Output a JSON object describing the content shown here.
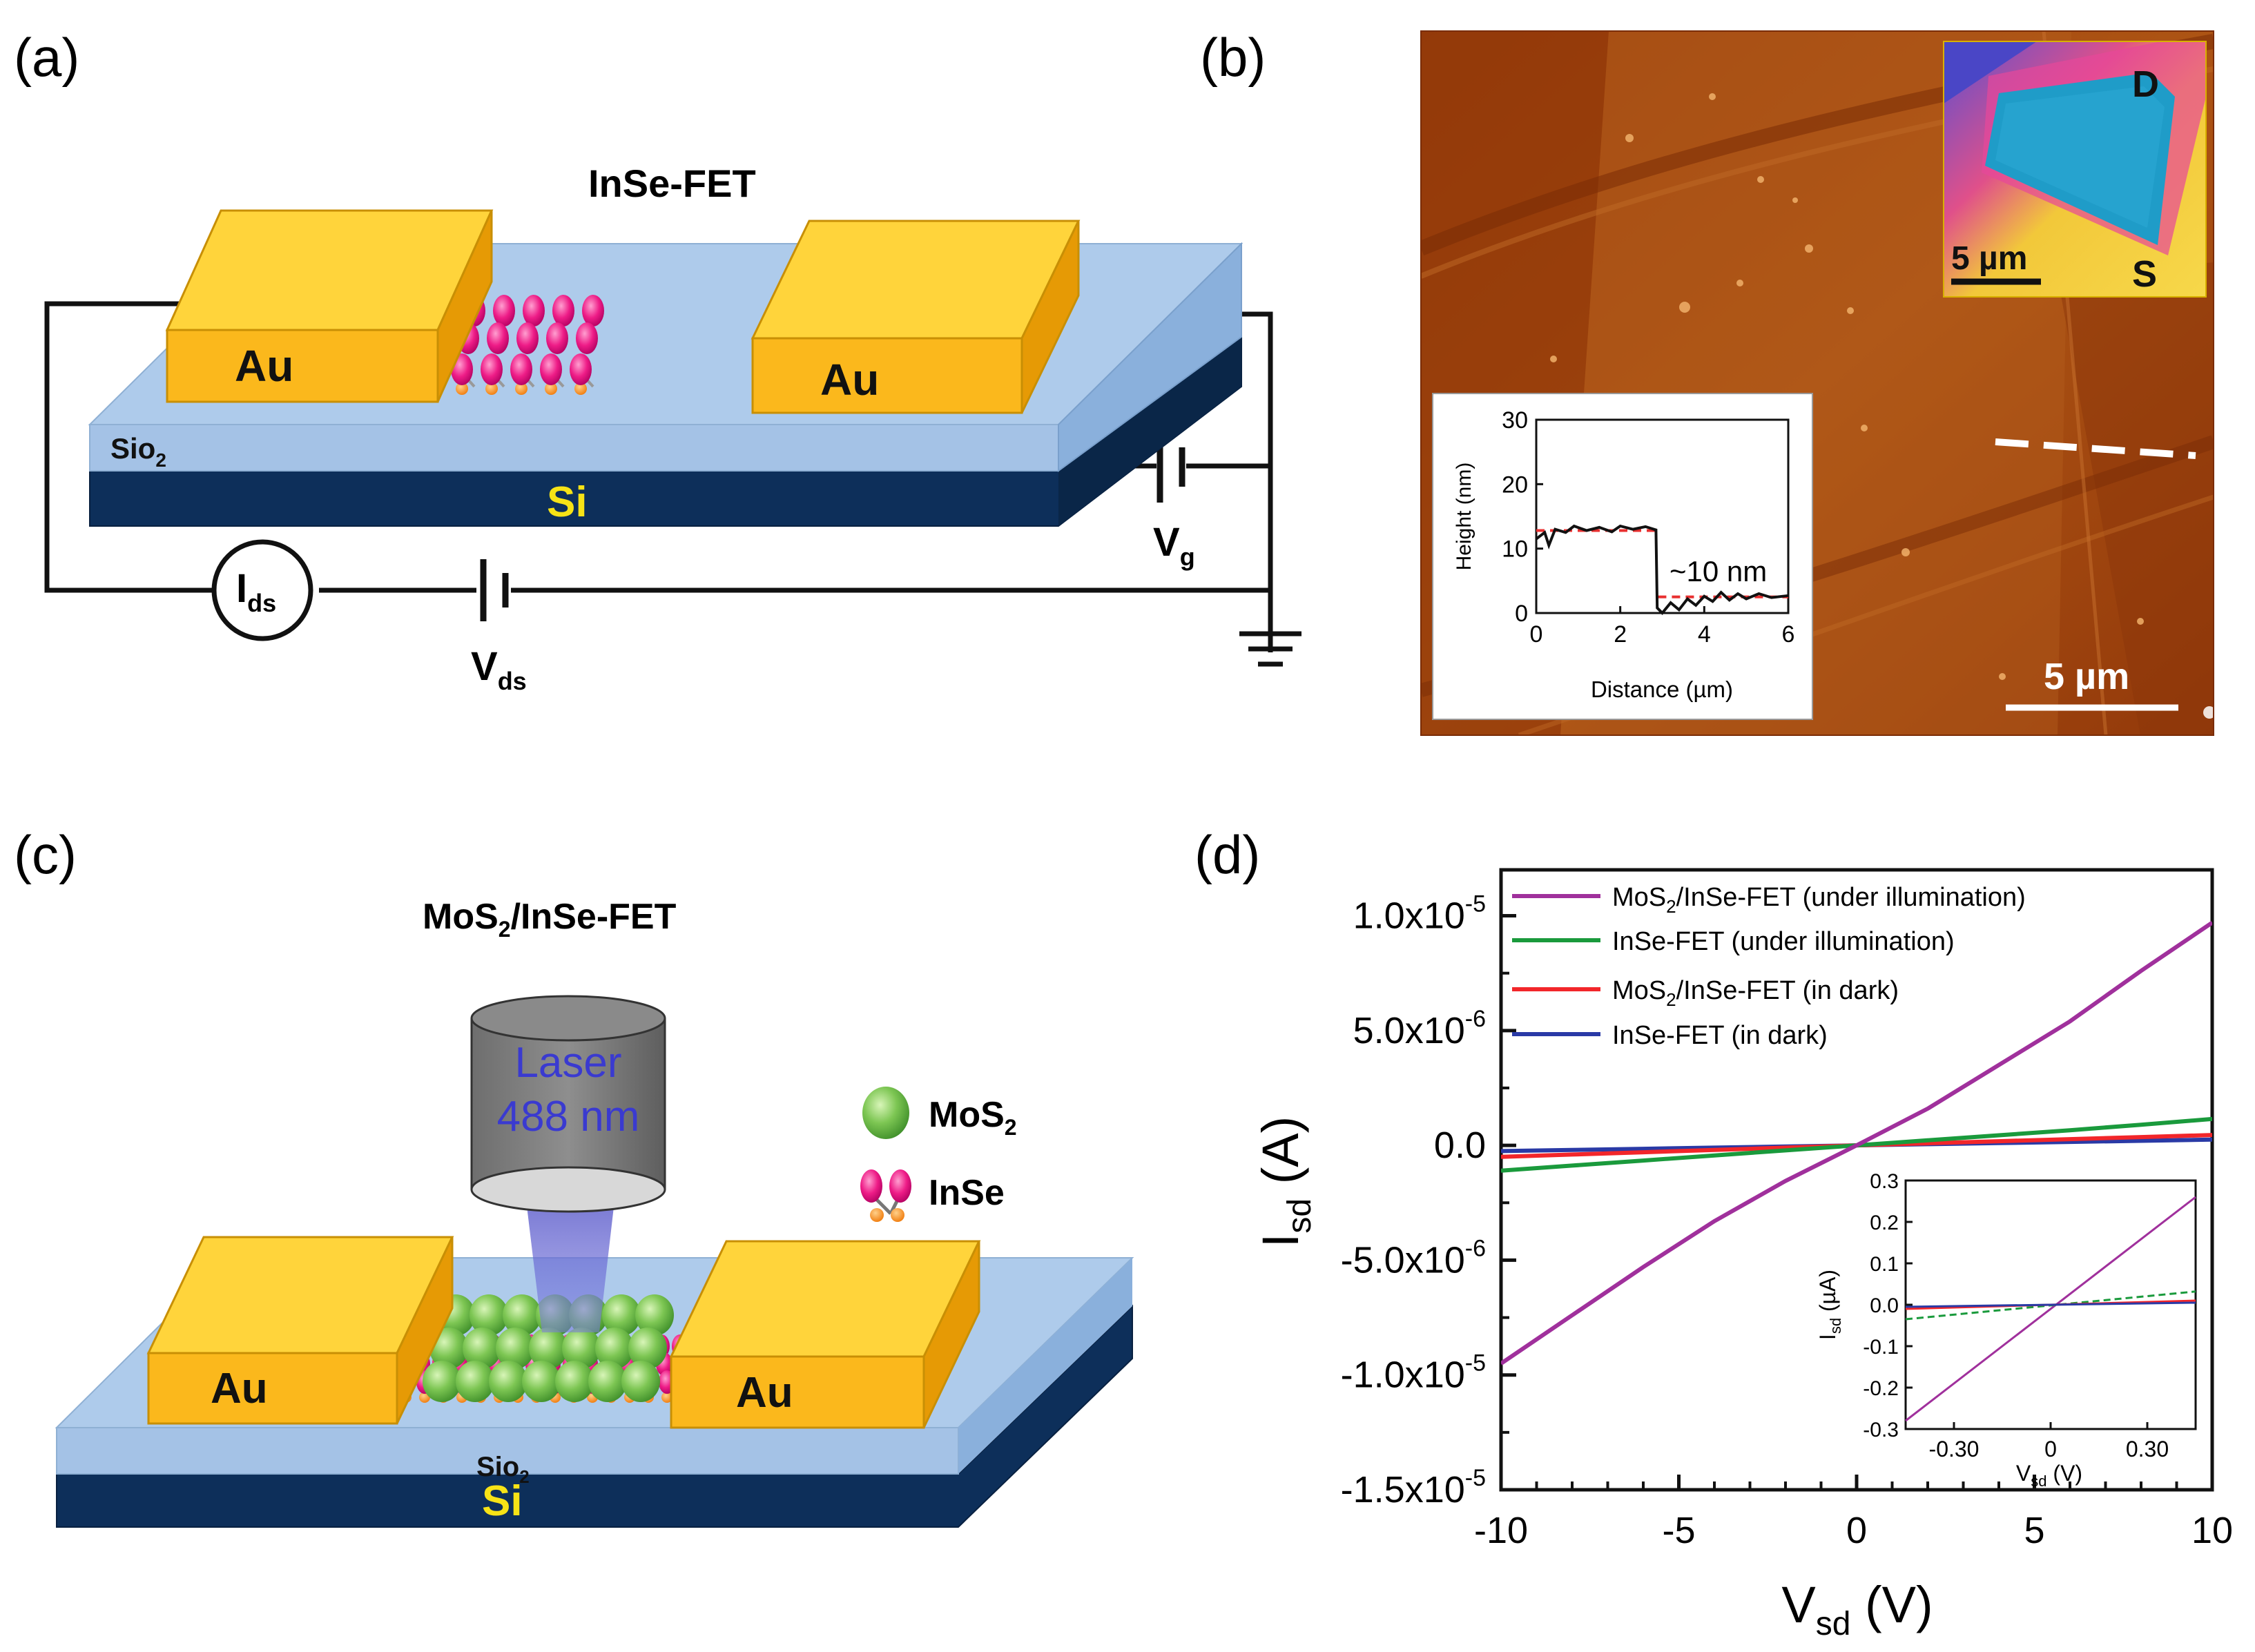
{
  "panels": {
    "a": {
      "letter": "(a)",
      "title": "InSe-FET",
      "electrode_left": "Au",
      "electrode_right": "Au",
      "oxide": "Sio",
      "oxide_sub": "2",
      "substrate": "Si",
      "meter_main": "I",
      "meter_sub": "ds",
      "vds_main": "V",
      "vds_sub": "ds",
      "vg_main": "V",
      "vg_sub": "g"
    },
    "b": {
      "letter": "(b)",
      "inset_optical": {
        "drain": "D",
        "source": "S",
        "scale": "5 µm"
      },
      "scale": "5 µm",
      "colors": {
        "afm_base": "#a5480f",
        "optical_flake": "#1f9cc8",
        "optical_bg": "#f2c83a"
      },
      "inset_profile": {
        "ylabel": "Height (nm)",
        "xlabel": "Distance (µm)",
        "annotation": "~10 nm",
        "yticks": [
          "0",
          "10",
          "20",
          "30"
        ],
        "xticks": [
          "0",
          "2",
          "4",
          "6"
        ],
        "xlim": [
          0,
          6
        ],
        "ylim": [
          0,
          30
        ],
        "profile": [
          [
            0.0,
            11.5
          ],
          [
            0.2,
            12.5
          ],
          [
            0.3,
            10.5
          ],
          [
            0.45,
            13.0
          ],
          [
            0.7,
            12.5
          ],
          [
            0.9,
            13.5
          ],
          [
            1.2,
            12.8
          ],
          [
            1.5,
            13.3
          ],
          [
            1.8,
            12.6
          ],
          [
            2.0,
            13.5
          ],
          [
            2.3,
            13.0
          ],
          [
            2.6,
            13.4
          ],
          [
            2.85,
            12.9
          ],
          [
            2.88,
            0.8
          ],
          [
            3.0,
            0.0
          ],
          [
            3.2,
            1.6
          ],
          [
            3.4,
            0.5
          ],
          [
            3.6,
            2.2
          ],
          [
            3.8,
            1.2
          ],
          [
            4.0,
            2.6
          ],
          [
            4.2,
            1.8
          ],
          [
            4.4,
            3.2
          ],
          [
            4.6,
            2.0
          ],
          [
            4.8,
            3.0
          ],
          [
            5.0,
            2.2
          ],
          [
            5.3,
            3.0
          ],
          [
            5.6,
            2.4
          ],
          [
            6.0,
            2.7
          ]
        ]
      }
    },
    "c": {
      "letter": "(c)",
      "title_main": "MoS",
      "title_sub": "2",
      "title_rest": "/InSe-FET",
      "laser_line1": "Laser",
      "laser_line2": "488 nm",
      "legend_mos2_main": "MoS",
      "legend_mos2_sub": "2",
      "legend_inse": "InSe",
      "electrode_left": "Au",
      "electrode_right": "Au",
      "oxide": "Sio",
      "oxide_sub": "2",
      "substrate": "Si"
    },
    "d": {
      "letter": "(d)",
      "legend": [
        {
          "pre": "MoS",
          "sub": "2",
          "post": "/InSe-FET (under illumination)",
          "color": "#a0309c"
        },
        {
          "pre": "InSe-FET (under illumination)",
          "sub": "",
          "post": "",
          "color": "#1a9a3c"
        },
        {
          "pre": "MoS",
          "sub": "2",
          "post": "/InSe-FET (in dark)",
          "color": "#f2262a"
        },
        {
          "pre": "InSe-FET (in dark)",
          "sub": "",
          "post": "",
          "color": "#2a3aa6"
        }
      ],
      "ylabel_main": "I",
      "ylabel_sub": "sd",
      "ylabel_unit": " (A)",
      "xlabel_main": "V",
      "xlabel_sub": "sd",
      "xlabel_unit": " (V)",
      "yticks": [
        {
          "mant": "1.0x10",
          "exp": "-5",
          "v": 1e-05
        },
        {
          "mant": "5.0x10",
          "exp": "-6",
          "v": 5e-06
        },
        {
          "mant": "0.0",
          "exp": "",
          "v": 0
        },
        {
          "mant": "-5.0x10",
          "exp": "-6",
          "v": -5e-06
        },
        {
          "mant": "-1.0x10",
          "exp": "-5",
          "v": -1e-05
        },
        {
          "mant": "-1.5x10",
          "exp": "-5",
          "v": -1.5e-05
        }
      ],
      "xticks": [
        "-10",
        "-5",
        "0",
        "5",
        "10"
      ],
      "inset": {
        "ylabel_main": "I",
        "ylabel_sub": "sd",
        "ylabel_unit": " (µA)",
        "xlabel_main": "V",
        "xlabel_sub": "sd",
        "xlabel_unit": " (V)",
        "yticks": [
          "0.3",
          "0.2",
          "0.1",
          "0.0",
          "-0.1",
          "-0.2",
          "-0.3"
        ],
        "xticks": [
          "-0.30",
          "0",
          "0.30"
        ]
      }
    }
  },
  "chart_data": {
    "type": "line",
    "xlabel": "Vsd (V)",
    "ylabel": "Isd (A)",
    "xlim": [
      -10,
      10
    ],
    "ylim": [
      -1.5e-05,
      1.2e-05
    ],
    "x": [
      -10,
      -8,
      -6,
      -4,
      -2,
      0,
      2,
      4,
      6,
      8,
      10
    ],
    "series": [
      {
        "name": "MoS2/InSe-FET (under illumination)",
        "values": [
          -9.5e-06,
          -7.4e-06,
          -5.3e-06,
          -3.3e-06,
          -1.55e-06,
          0,
          1.6e-06,
          3.5e-06,
          5.4e-06,
          7.6e-06,
          9.7e-06
        ]
      },
      {
        "name": "InSe-FET (under illumination)",
        "values": [
          -1.1e-06,
          -8.8e-07,
          -6.6e-07,
          -4.4e-07,
          -2.2e-07,
          0,
          2.2e-07,
          4.4e-07,
          6.6e-07,
          9e-07,
          1.15e-06
        ]
      },
      {
        "name": "MoS2/InSe-FET (in dark)",
        "values": [
          -5e-07,
          -4e-07,
          -3e-07,
          -2e-07,
          -1e-07,
          0,
          9e-08,
          1.8e-07,
          2.7e-07,
          3.6e-07,
          4.5e-07
        ]
      },
      {
        "name": "InSe-FET (in dark)",
        "values": [
          -2.5e-07,
          -2e-07,
          -1.5e-07,
          -1e-07,
          -5e-08,
          0,
          5e-08,
          1e-07,
          1.5e-07,
          2e-07,
          2.5e-07
        ]
      }
    ],
    "inset": {
      "xlim": [
        -0.45,
        0.45
      ],
      "ylim": [
        -0.3,
        0.3
      ],
      "x": [
        -0.45,
        0.45
      ],
      "series": [
        {
          "name": "MoS2/InSe-FET (under illumination)",
          "values": [
            -0.28,
            0.26
          ]
        },
        {
          "name": "InSe-FET (under illumination)",
          "values": [
            -0.035,
            0.032
          ]
        },
        {
          "name": "MoS2/InSe-FET (in dark)",
          "values": [
            -0.01,
            0.01
          ]
        },
        {
          "name": "InSe-FET (in dark)",
          "values": [
            -0.005,
            0.005
          ]
        }
      ]
    }
  }
}
